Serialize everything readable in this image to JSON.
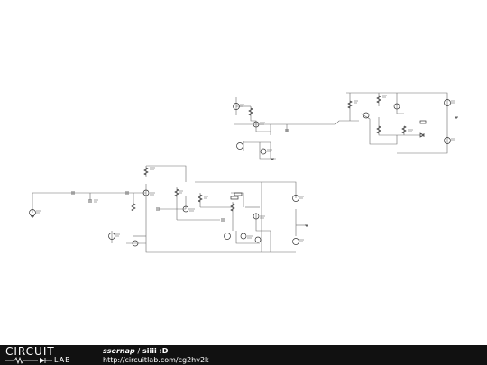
{
  "footer": {
    "logo_top": "CIRCUIT",
    "logo_bottom": "LAB",
    "author": "ssernap",
    "separator": "/",
    "project": "siiii :D",
    "url": "http://circuitlab.com/cg2hv2k"
  },
  "colors": {
    "wire": "#6a6a6a",
    "component": "#333333",
    "footer_bg": "#111111",
    "footer_text": "#ffffff"
  }
}
